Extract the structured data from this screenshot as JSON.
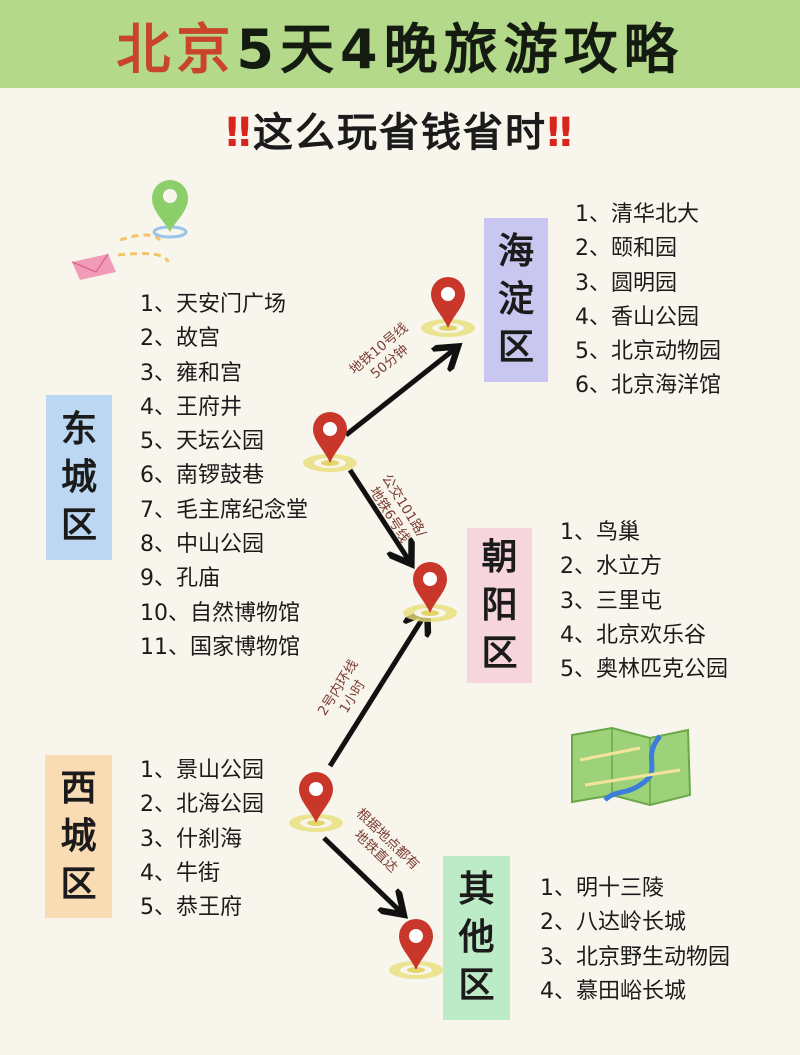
{
  "header": {
    "title_red": "北京",
    "title_dark": "5天4晚旅游攻略"
  },
  "subtitle": {
    "left_marks": "‼",
    "text": "这么玩省钱省时",
    "right_marks": "‼"
  },
  "districts": {
    "dongcheng": {
      "name": [
        "东",
        "城",
        "区"
      ],
      "color": "#bcd7f2",
      "items": [
        "1、天安门广场",
        "2、故宫",
        "3、雍和宫",
        "4、王府井",
        "5、天坛公园",
        "6、南锣鼓巷",
        "7、毛主席纪念堂",
        "8、中山公园",
        "9、孔庙",
        "10、自然博物馆",
        "11、国家博物馆"
      ]
    },
    "xicheng": {
      "name": [
        "西",
        "城",
        "区"
      ],
      "color": "#f9dcb3",
      "items": [
        "1、景山公园",
        "2、北海公园",
        "3、什刹海",
        "4、牛街",
        "5、恭王府"
      ]
    },
    "haidian": {
      "name": [
        "海",
        "淀",
        "区"
      ],
      "color": "#c9c7ef",
      "items": [
        "1、清华北大",
        "2、颐和园",
        "3、圆明园",
        "4、香山公园",
        "5、北京动物园",
        "6、北京海洋馆"
      ]
    },
    "chaoyang": {
      "name": [
        "朝",
        "阳",
        "区"
      ],
      "color": "#f7d5dd",
      "items": [
        "1、鸟巢",
        "2、水立方",
        "3、三里屯",
        "4、北京欢乐谷",
        "5、奥林匹克公园"
      ]
    },
    "other": {
      "name": [
        "其",
        "他",
        "区"
      ],
      "color": "#bdebc7",
      "items": [
        "1、明十三陵",
        "2、八达岭长城",
        "3、北京野生动物园",
        "4、慕田峪长城"
      ]
    }
  },
  "routes": {
    "dong_to_haidian": [
      "地铁10号线",
      "50分钟"
    ],
    "dong_to_chaoyang": [
      "公交101路/",
      "地铁6号线"
    ],
    "xi_to_chaoyang": [
      "2号内环线",
      "1小时"
    ],
    "xi_to_other": [
      "根据地点都有",
      "地铁直达"
    ]
  },
  "colors": {
    "header_bg": "#b5d98a",
    "title_red": "#c8452a",
    "pin": "#c9372a",
    "page_bg": "#f8f6ec"
  },
  "icons": [
    "location-pin-icon",
    "envelope-icon",
    "map-icon",
    "arrow-icon"
  ]
}
